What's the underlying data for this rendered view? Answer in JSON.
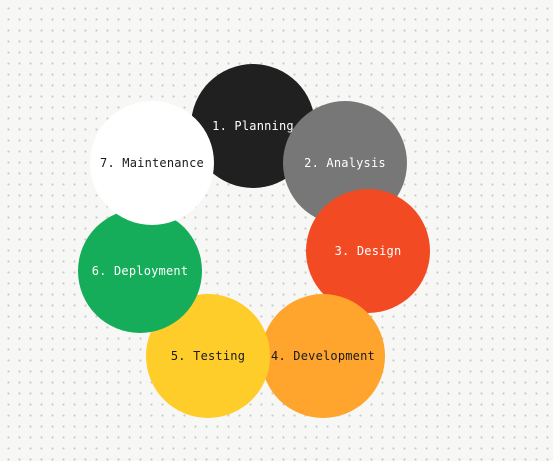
{
  "diagram": {
    "type": "cycle",
    "stages": [
      {
        "id": "planning",
        "label": "1. Planning",
        "fill": "#202020",
        "text_color": "#ffffff"
      },
      {
        "id": "analysis",
        "label": "2. Analysis",
        "fill": "#777777",
        "text_color": "#ffffff"
      },
      {
        "id": "design",
        "label": "3. Design",
        "fill": "#f24a22",
        "text_color": "#ffffff"
      },
      {
        "id": "development",
        "label": "4. Development",
        "fill": "#ffa42c",
        "text_color": "#1a1a1a"
      },
      {
        "id": "testing",
        "label": "5. Testing",
        "fill": "#ffcd2a",
        "text_color": "#1a1a1a"
      },
      {
        "id": "deployment",
        "label": "6. Deployment",
        "fill": "#16ad5a",
        "text_color": "#ffffff"
      },
      {
        "id": "maintenance",
        "label": "7. Maintenance",
        "fill": "#ffffff",
        "text_color": "#1a1a1a"
      }
    ]
  },
  "colors": {
    "background": "#f7f7f5",
    "dot_grid": "#c9c9c6"
  }
}
